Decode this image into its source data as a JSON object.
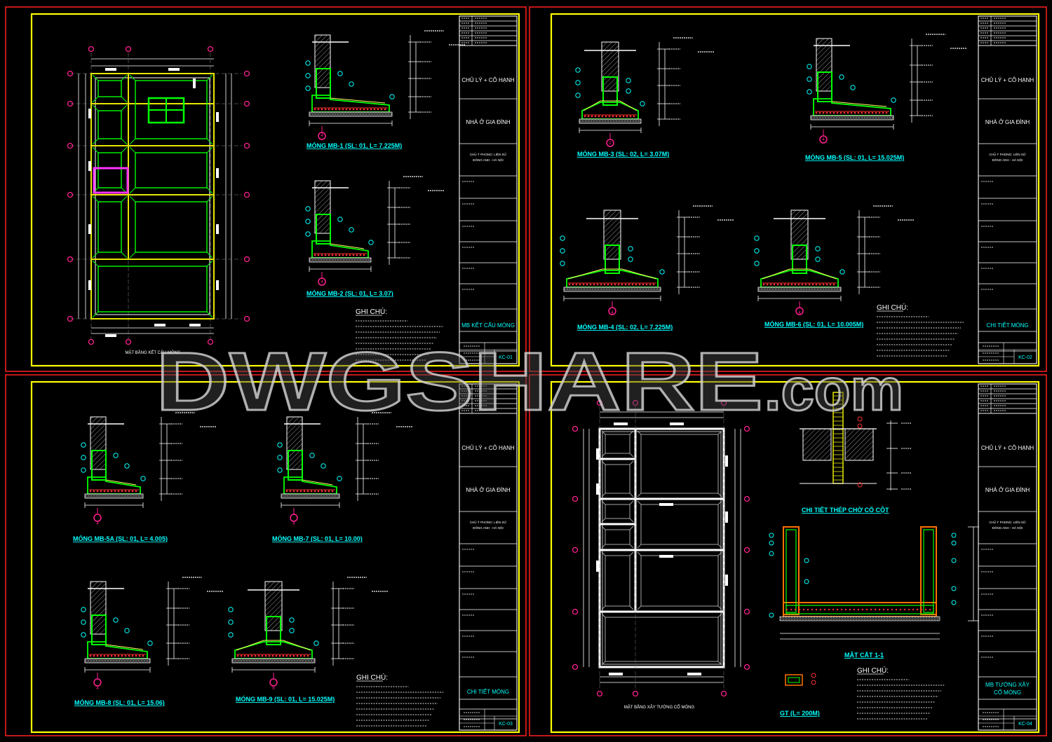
{
  "watermark": {
    "main": "DWGSHARE",
    "suffix": ".com"
  },
  "colors": {
    "background": "#000000",
    "sheet_border": "#ff2020",
    "frame": "#ffff00",
    "foundation": "#00ff00",
    "wall": "#ffffff",
    "magenta": "#ff33ff",
    "grid_marker": "#ff2090",
    "label": "#00ffff",
    "rebar": "#ff3030",
    "watermark_stroke": "#c8c8c8"
  },
  "sheets": [
    {
      "id": "KC-01",
      "title_block": {
        "owner": "CHỦ LÝ + CÔ HẠNH",
        "project": "NHÀ Ở GIA ĐÌNH",
        "address_line1": "CHỦ Ý PHONG: LIÊN SỬ",
        "address_line2": "ĐÔNG ANH - HÀ NỘI",
        "drawing_title": "MB KẾT CẤU MÓNG",
        "sheet_no": "KC-01"
      },
      "plan_caption": "MẶT BẰNG KẾT CẤU MÓNG",
      "details": [
        {
          "label": "MÓNG MB-1 (SL: 01, L= 7.225M)",
          "marker": "4"
        },
        {
          "label": "MÓNG MB-2 (SL: 01, L= 3.07)",
          "marker": "4"
        }
      ],
      "notes": {
        "heading": "GHI CHÚ:"
      }
    },
    {
      "id": "KC-02",
      "title_block": {
        "owner": "CHỦ LÝ + CÔ HẠNH",
        "project": "NHÀ Ở GIA ĐÌNH",
        "address_line1": "CHỦ Ý PHONG: LIÊN SỬ",
        "address_line2": "ĐÔNG ANH - HÀ NỘI",
        "drawing_title": "CHI TIẾT MÓNG",
        "sheet_no": "KC-02"
      },
      "details": [
        {
          "label": "MÓNG MB-3 (SL: 02, L= 3.07M)",
          "marker": "2"
        },
        {
          "label": "MÓNG MB-5 (SL: 01, L= 15.025M)",
          "marker": "4"
        },
        {
          "label": "MÓNG MB-4 (SL: 02, L= 7.225M)",
          "marker": "4"
        },
        {
          "label": "MÓNG MB-6 (SL: 01, L= 10.005M)",
          "marker": "4"
        }
      ],
      "notes": {
        "heading": "GHI CHÚ:"
      }
    },
    {
      "id": "KC-03",
      "title_block": {
        "owner": "CHỦ LÝ + CÔ HẠNH",
        "project": "NHÀ Ở GIA ĐÌNH",
        "address_line1": "CHỦ Ý PHONG: LIÊN SỬ",
        "address_line2": "ĐÔNG ANH - HÀ NỘI",
        "drawing_title": "CHI TIẾT MÓNG",
        "sheet_no": "KC-03"
      },
      "details": [
        {
          "label": "MÓNG MB-5A (SL: 01, L= 4.005)",
          "marker": "4"
        },
        {
          "label": "MÓNG MB-7 (SL: 01, L= 10.00)",
          "marker": "4"
        },
        {
          "label": "MÓNG MB-8 (SL: 01, L= 15.06)",
          "marker": "4"
        },
        {
          "label": "MÓNG MB-9 (SL: 01, L= 15.025M)",
          "marker": "6"
        }
      ],
      "notes": {
        "heading": "GHI CHÚ:"
      }
    },
    {
      "id": "KC-04",
      "title_block": {
        "owner": "CHỦ LÝ + CÔ HẠNH",
        "project": "NHÀ Ở GIA ĐÌNH",
        "address_line1": "CHỦ Ý PHONG: LIÊN SỬ",
        "address_line2": "ĐÔNG ANH - HÀ NỘI",
        "drawing_title": "MB TƯỜNG XÂY",
        "drawing_title_2": "CỔ MÓNG",
        "sheet_no": "KC-04"
      },
      "plan_caption": "MẶT BẰNG XÂY TƯỜNG CỔ MÓNG",
      "details": [
        {
          "label": "CHI TIẾT THÉP CHỜ CỔ CỘT"
        },
        {
          "label": "MẶT CẮT 1-1"
        },
        {
          "label": "GT (L= 200M)"
        }
      ],
      "notes": {
        "heading": "GHI CHÚ:"
      }
    }
  ]
}
